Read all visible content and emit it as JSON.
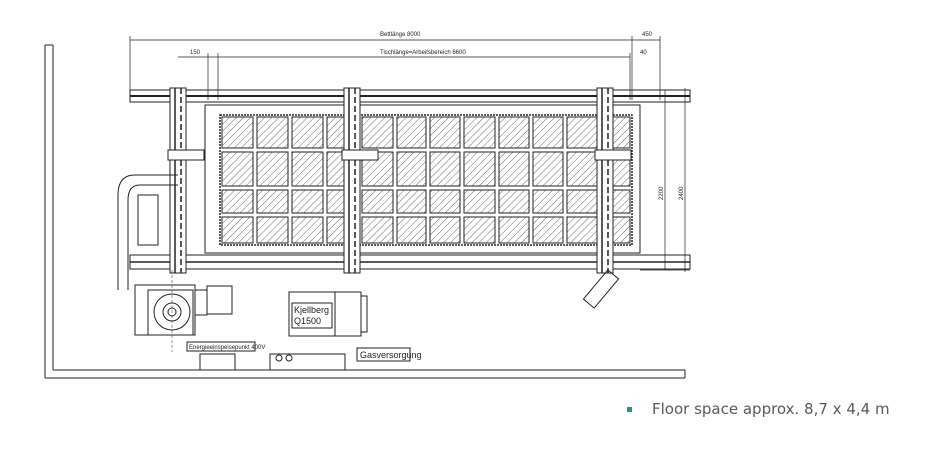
{
  "drawing": {
    "dim_bed_length": "Bettlänge 8000",
    "dim_right_offset": "450",
    "dim_table_length": "Tischlänge=Arbeitsbereich 6600",
    "dim_left_offset": "150",
    "dim_right_small": "40",
    "dim_width_inner": "2200",
    "dim_width_outer": "2400",
    "plasma_source_line1": "Kjellberg",
    "plasma_source_line2": "Q1500",
    "power_feed_label": "Energieeinspeisepunkt 400V",
    "gas_supply_label": "Gasversorgung"
  },
  "bullets": [
    {
      "text": "Floor space approx. 8,7 x 4,4 m"
    }
  ],
  "colors": {
    "bullet": "#1a9c8c",
    "text": "#595959",
    "line": "#222222"
  }
}
